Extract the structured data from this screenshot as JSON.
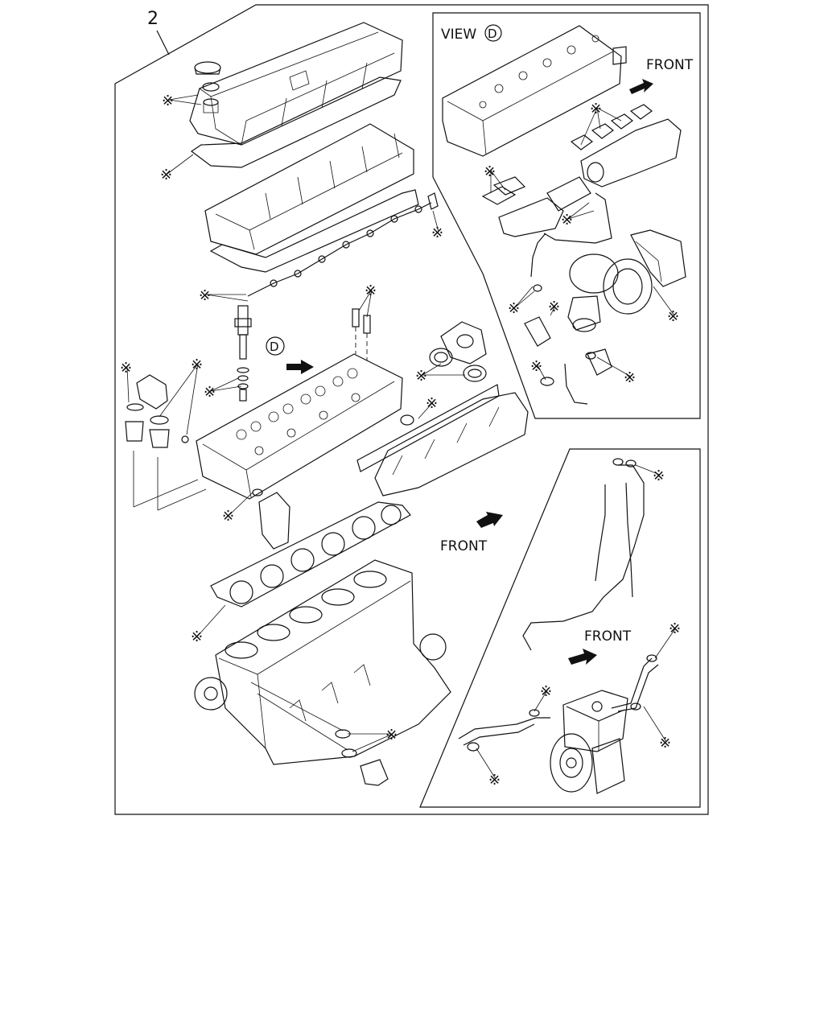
{
  "diagram": {
    "item_number": "2",
    "marker_symbol": "※",
    "view_label": "VIEW",
    "view_letter": "D",
    "view_reference_letter": "D",
    "front_labels": [
      "FRONT",
      "FRONT",
      "FRONT"
    ],
    "panels": [
      {
        "name": "main-assembly",
        "content": "engine gasket kit exploded view"
      },
      {
        "name": "view-d-inset",
        "content": "turbocharger and exhaust manifold"
      },
      {
        "name": "pump-inset",
        "content": "injection pump and pipes"
      }
    ],
    "colors": {
      "ink": "#111111",
      "paper": "#ffffff"
    }
  }
}
